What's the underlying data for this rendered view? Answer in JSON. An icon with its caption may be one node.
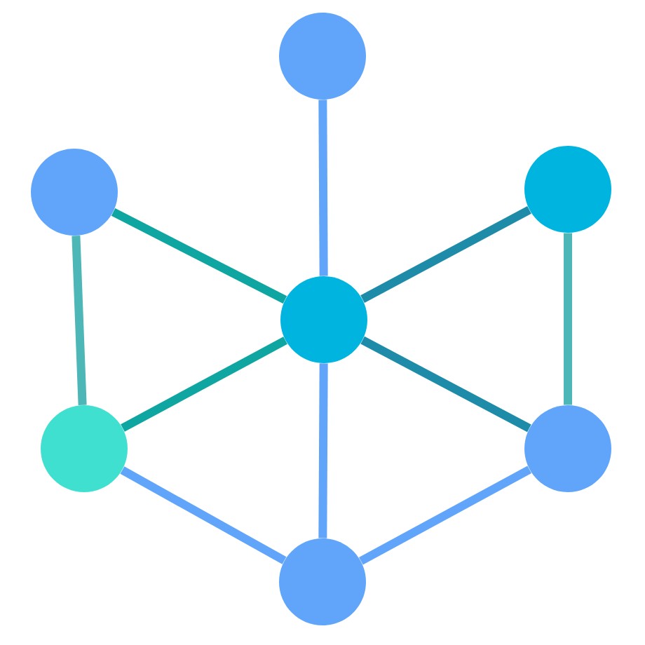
{
  "diagram": {
    "nodes": [
      {
        "text": [],
        "shape": "circle"
      },
      {
        "text": [],
        "shape": "circle"
      },
      {
        "text": [],
        "shape": "circle"
      },
      {
        "text": [],
        "shape": "circle"
      },
      {
        "text": [],
        "shape": "circle"
      },
      {
        "text": [],
        "shape": "circle"
      },
      {
        "text": [],
        "shape": "circle"
      }
    ],
    "edges": [
      {
        "from": 0,
        "to": 3,
        "arrow": "none"
      },
      {
        "from": 1,
        "to": 3,
        "arrow": "none",
        "color": "#0fa5a0"
      },
      {
        "from": 1,
        "to": 4,
        "arrow": "none",
        "color": "#4db6b6"
      },
      {
        "from": 2,
        "to": 3,
        "arrow": "none",
        "color": "#1e8ca8"
      },
      {
        "from": 2,
        "to": 5,
        "arrow": "none",
        "color": "#4db6b6"
      },
      {
        "from": 3,
        "to": 4,
        "arrow": "none",
        "color": "#0fa5a0"
      },
      {
        "from": 3,
        "to": 5,
        "arrow": "none",
        "color": "#1e8ca8"
      },
      {
        "from": 3,
        "to": 6,
        "arrow": "none"
      },
      {
        "from": 4,
        "to": 6,
        "arrow": "none"
      },
      {
        "from": 5,
        "to": 6,
        "arrow": "none"
      }
    ]
  }
}
